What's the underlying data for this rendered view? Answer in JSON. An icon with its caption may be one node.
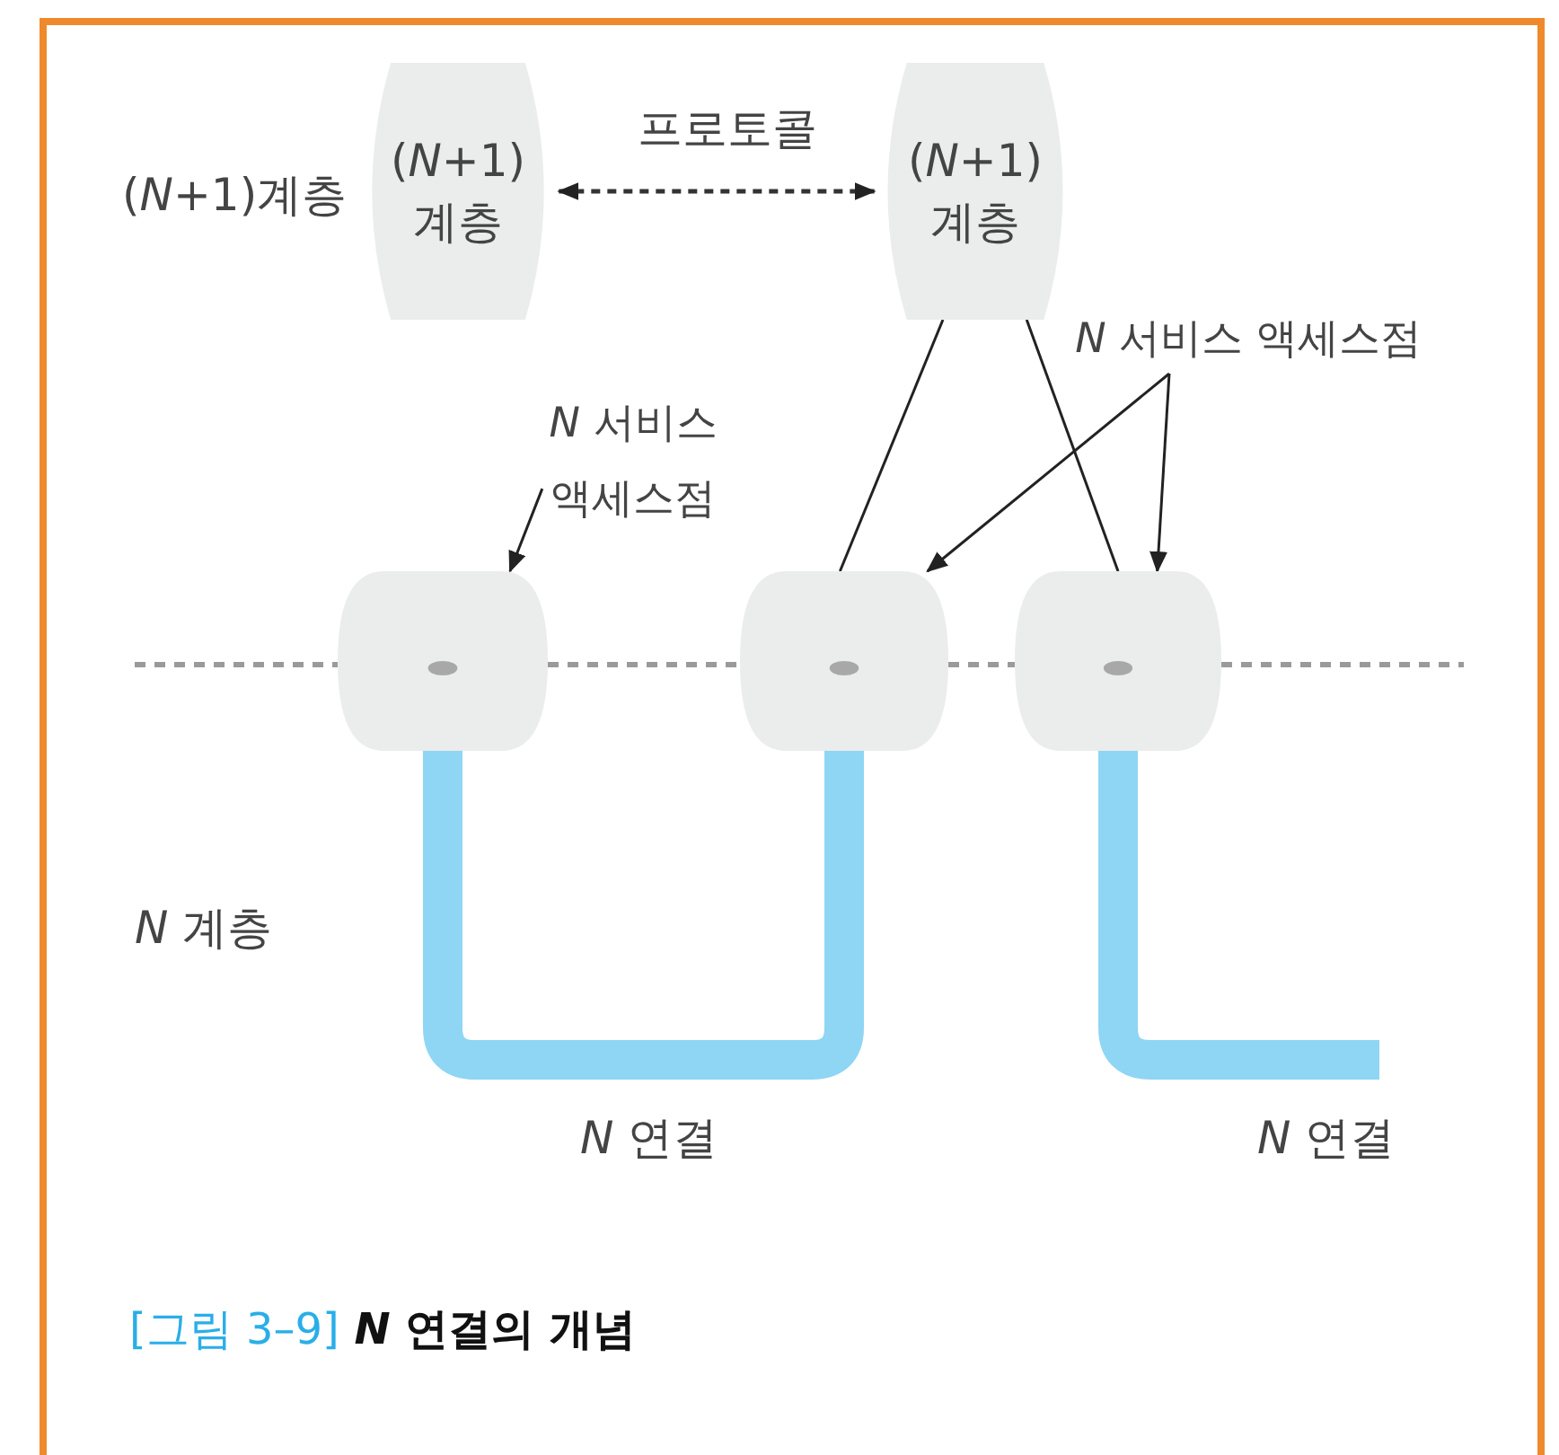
{
  "diagram": {
    "caption": "[그림 3–9] *N* 연결의 개념",
    "nodes": [
      {
        "text": [
          "(*N*+1) 계층"
        ]
      },
      {
        "text": [
          "(*N*+1) 계층"
        ]
      },
      {
        "text": [],
        "shape": "box"
      },
      {
        "text": [],
        "shape": "box"
      },
      {
        "text": [],
        "shape": "box"
      },
      {
        "text": [
          "*N* 서비스 액세스점"
        ]
      },
      {
        "text": [
          "*N* 서비스 액세스점"
        ]
      }
    ],
    "edges": [
      {
        "from": 0,
        "to": 1,
        "arrow": "both",
        "style": "dashed",
        "label": "프로토콜"
      },
      {
        "from": 1,
        "to": 3,
        "arrow": "none"
      },
      {
        "from": 1,
        "to": 4,
        "arrow": "none"
      },
      {
        "from": 5,
        "to": 2,
        "arrow": "to"
      },
      {
        "from": 6,
        "to": 3,
        "arrow": "to"
      },
      {
        "from": 6,
        "to": 4,
        "arrow": "to"
      },
      {
        "from": null,
        "to": 2,
        "arrow": "none",
        "style": "dashed",
        "color": "#9a9a9a"
      },
      {
        "from": 2,
        "to": 3,
        "arrow": "none",
        "style": "dashed",
        "color": "#9a9a9a"
      },
      {
        "from": 3,
        "to": 4,
        "arrow": "none",
        "style": "dashed",
        "color": "#9a9a9a"
      },
      {
        "from": 4,
        "to": null,
        "arrow": "none",
        "style": "dashed",
        "color": "#9a9a9a"
      },
      {
        "from": 2,
        "to": 3,
        "arrow": "none",
        "style": "thick",
        "color": "#8ed6f4",
        "label": "*N* 연결"
      },
      {
        "from": 4,
        "to": null,
        "arrow": "none",
        "style": "thick",
        "color": "#8ed6f4",
        "label": "*N* 연결"
      }
    ],
    "labels": [
      "(*N*+1)계층",
      "*N* 계층"
    ]
  }
}
